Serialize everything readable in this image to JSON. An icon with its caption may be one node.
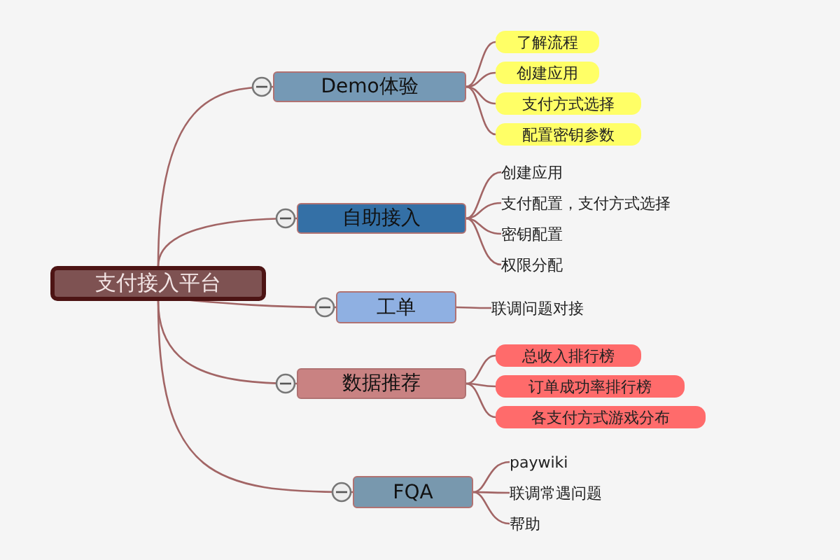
{
  "diagram": {
    "nodes": [
      {
        "text": [
          "支付接入平台"
        ]
      },
      {
        "text": [
          "Demo体验"
        ]
      },
      {
        "text": [
          "自助接入"
        ]
      },
      {
        "text": [
          "工单"
        ]
      },
      {
        "text": [
          "数据推荐"
        ]
      },
      {
        "text": [
          "FQA"
        ]
      },
      {
        "text": [
          "了解流程"
        ]
      },
      {
        "text": [
          "创建应用"
        ]
      },
      {
        "text": [
          "支付方式选择"
        ]
      },
      {
        "text": [
          "配置密钥参数"
        ]
      },
      {
        "text": [
          "创建应用"
        ]
      },
      {
        "text": [
          "支付配置，支付方式选择"
        ]
      },
      {
        "text": [
          "密钥配置"
        ]
      },
      {
        "text": [
          "权限分配"
        ]
      },
      {
        "text": [
          "联调问题对接"
        ]
      },
      {
        "text": [
          "总收入排行榜"
        ]
      },
      {
        "text": [
          "订单成功率排行榜"
        ]
      },
      {
        "text": [
          "各支付方式游戏分布"
        ]
      },
      {
        "text": [
          "paywiki"
        ]
      },
      {
        "text": [
          "联调常遇问题"
        ]
      },
      {
        "text": [
          "帮助"
        ]
      }
    ],
    "edges": [
      {
        "from": 0,
        "to": 1,
        "arrow": "none"
      },
      {
        "from": 0,
        "to": 2,
        "arrow": "none"
      },
      {
        "from": 0,
        "to": 3,
        "arrow": "none"
      },
      {
        "from": 0,
        "to": 4,
        "arrow": "none"
      },
      {
        "from": 0,
        "to": 5,
        "arrow": "none"
      },
      {
        "from": 1,
        "to": 6,
        "arrow": "none"
      },
      {
        "from": 1,
        "to": 7,
        "arrow": "none"
      },
      {
        "from": 1,
        "to": 8,
        "arrow": "none"
      },
      {
        "from": 1,
        "to": 9,
        "arrow": "none"
      },
      {
        "from": 2,
        "to": 10,
        "arrow": "none"
      },
      {
        "from": 2,
        "to": 11,
        "arrow": "none"
      },
      {
        "from": 2,
        "to": 12,
        "arrow": "none"
      },
      {
        "from": 2,
        "to": 13,
        "arrow": "none"
      },
      {
        "from": 3,
        "to": 14,
        "arrow": "none"
      },
      {
        "from": 4,
        "to": 15,
        "arrow": "none"
      },
      {
        "from": 4,
        "to": 16,
        "arrow": "none"
      },
      {
        "from": 4,
        "to": 17,
        "arrow": "none"
      },
      {
        "from": 5,
        "to": 18,
        "arrow": "none"
      },
      {
        "from": 5,
        "to": 19,
        "arrow": "none"
      },
      {
        "from": 5,
        "to": 20,
        "arrow": "none"
      }
    ]
  }
}
